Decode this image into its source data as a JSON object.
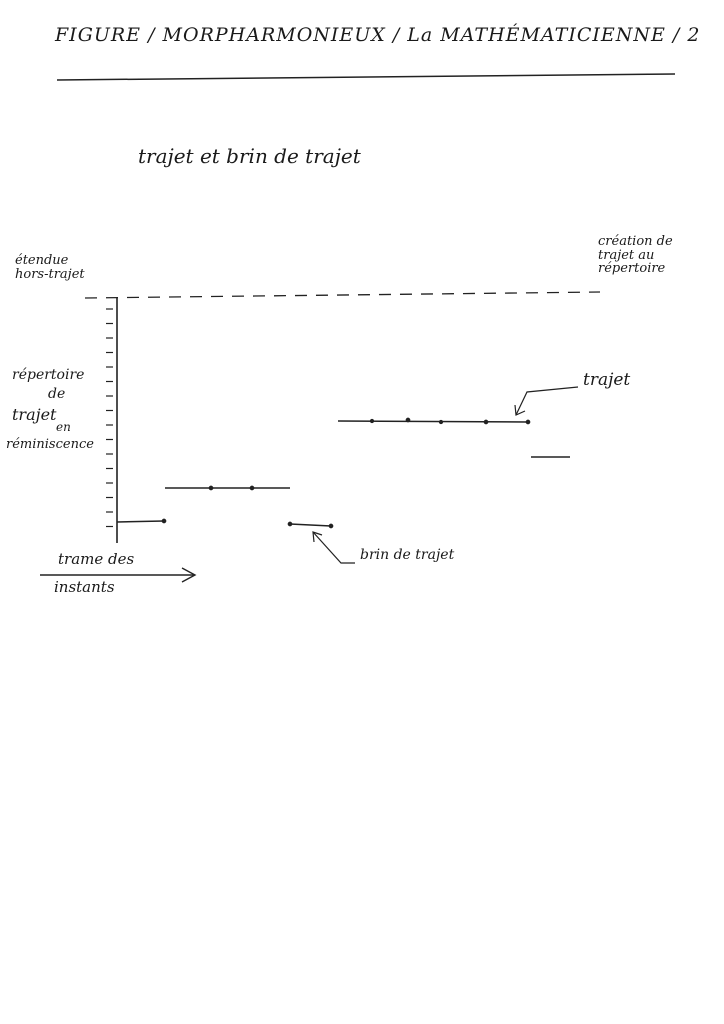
{
  "header": {
    "title": "FIGURE / MORPHARMONIEUX / La MATHÉMATICIENNE / 2"
  },
  "diagram": {
    "subtitle": "trajet et brin de trajet",
    "labels": {
      "top_left_1": "étendue",
      "top_left_2": "hors-trajet",
      "top_right_1": "création de",
      "top_right_2": "trajet au",
      "top_right_3": "répertoire",
      "y_axis_1": "répertoire",
      "y_axis_2": "de",
      "y_axis_3": "trajet",
      "y_axis_4": "en",
      "y_axis_5": "réminiscence",
      "x_axis_1": "trame des",
      "x_axis_2": "instants",
      "trajet": "trajet",
      "brin": "brin de trajet"
    }
  }
}
